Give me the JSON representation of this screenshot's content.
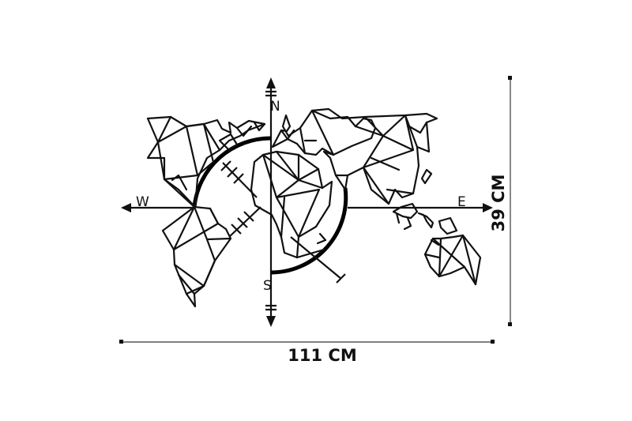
{
  "diagram": {
    "subject": "Geometric world map wall art with compass",
    "compass": {
      "north_label": "N",
      "south_label": "S",
      "east_label": "E",
      "west_label": "W"
    },
    "dimensions": {
      "width_label": "111 CM",
      "height_label": "39 CM",
      "width_value_cm": 111,
      "height_value_cm": 39
    },
    "colors": {
      "line": "#111111",
      "dimension_line": "#555555",
      "background": "#ffffff"
    }
  }
}
